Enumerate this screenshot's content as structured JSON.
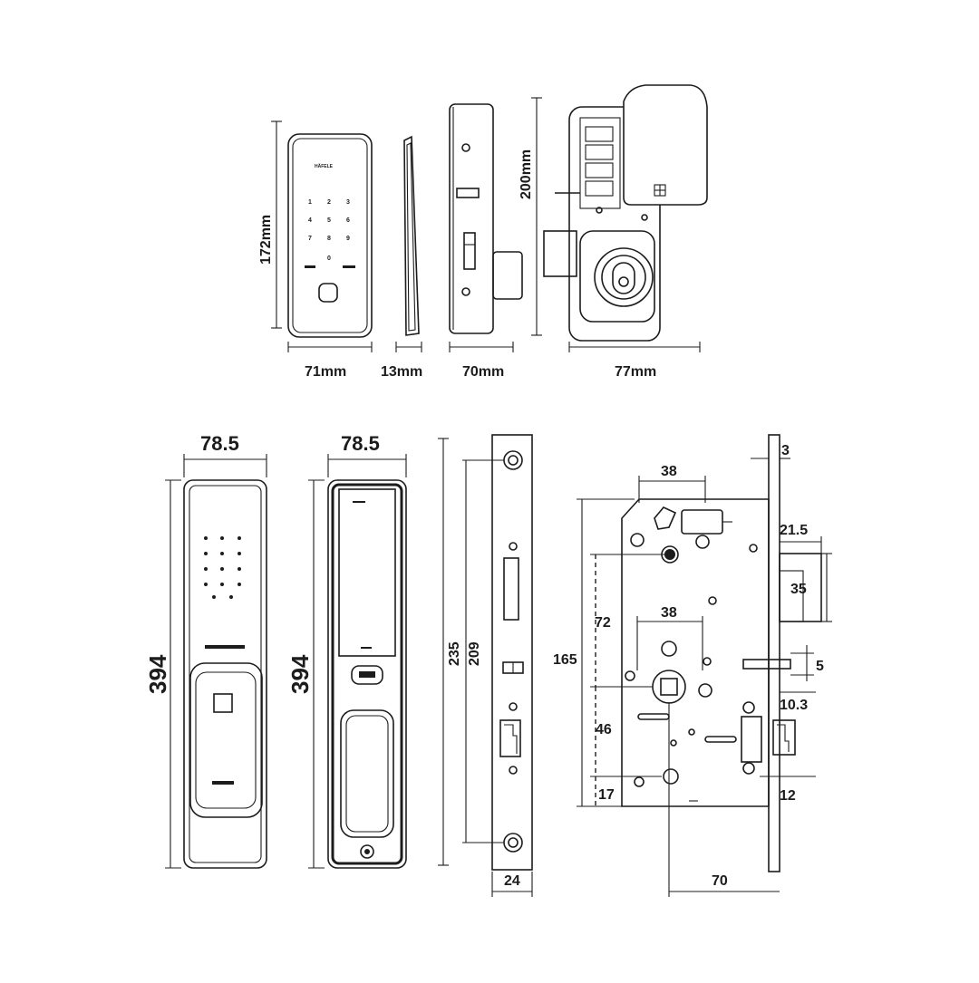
{
  "top_row": {
    "front_height": "172mm",
    "front_width": "71mm",
    "side_width": "13mm",
    "lock_width": "70mm",
    "lock_height": "200mm",
    "back_width": "77mm",
    "keypad": [
      "1",
      "2",
      "3",
      "4",
      "5",
      "6",
      "7",
      "8",
      "9",
      "0"
    ]
  },
  "bottom_row": {
    "front_width": "78.5",
    "front_height": "394",
    "back_width": "78.5",
    "back_height": "394",
    "faceplate_height_outer": "235",
    "faceplate_height_inner": "209",
    "faceplate_width": "24",
    "mortise": {
      "top_thickness": "3",
      "spindle_offset_top": "38",
      "latch_offset": "21.5",
      "latch_height": "35",
      "cylinder_spacing": "38",
      "spindle_to_cylinder": "72",
      "body_height": "165",
      "deadbolt_gap": "5",
      "deadbolt_offset": "10.3",
      "mid_offset": "46",
      "bottom_offset": "17",
      "bolt_depth": "12",
      "backset": "70"
    }
  }
}
